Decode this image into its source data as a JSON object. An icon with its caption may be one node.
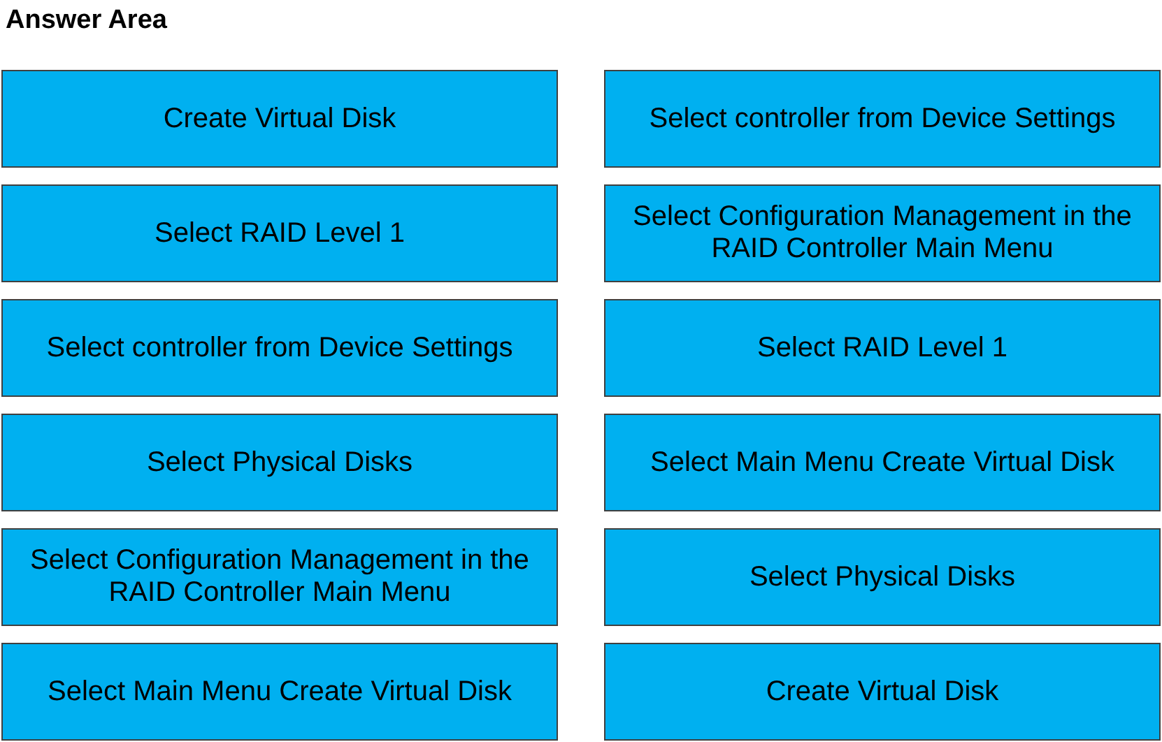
{
  "diagram": {
    "title": "Answer Area",
    "nodes": [
      {
        "text": [
          "Create Virtual Disk"
        ]
      },
      {
        "text": [
          "Select RAID Level 1"
        ]
      },
      {
        "text": [
          "Select controller from Device Settings"
        ]
      },
      {
        "text": [
          "Select Physical Disks"
        ]
      },
      {
        "text": [
          "Select Configuration Management in the RAID Controller Main Menu"
        ]
      },
      {
        "text": [
          "Select Main Menu Create Virtual Disk"
        ]
      },
      {
        "text": [
          "Select controller from Device Settings"
        ]
      },
      {
        "text": [
          "Select Configuration Management in the RAID Controller Main Menu"
        ]
      },
      {
        "text": [
          "Select RAID Level 1"
        ]
      },
      {
        "text": [
          "Select Main Menu Create Virtual Disk"
        ]
      },
      {
        "text": [
          "Select Physical Disks"
        ]
      },
      {
        "text": [
          "Create Virtual Disk"
        ]
      }
    ],
    "edges": []
  }
}
